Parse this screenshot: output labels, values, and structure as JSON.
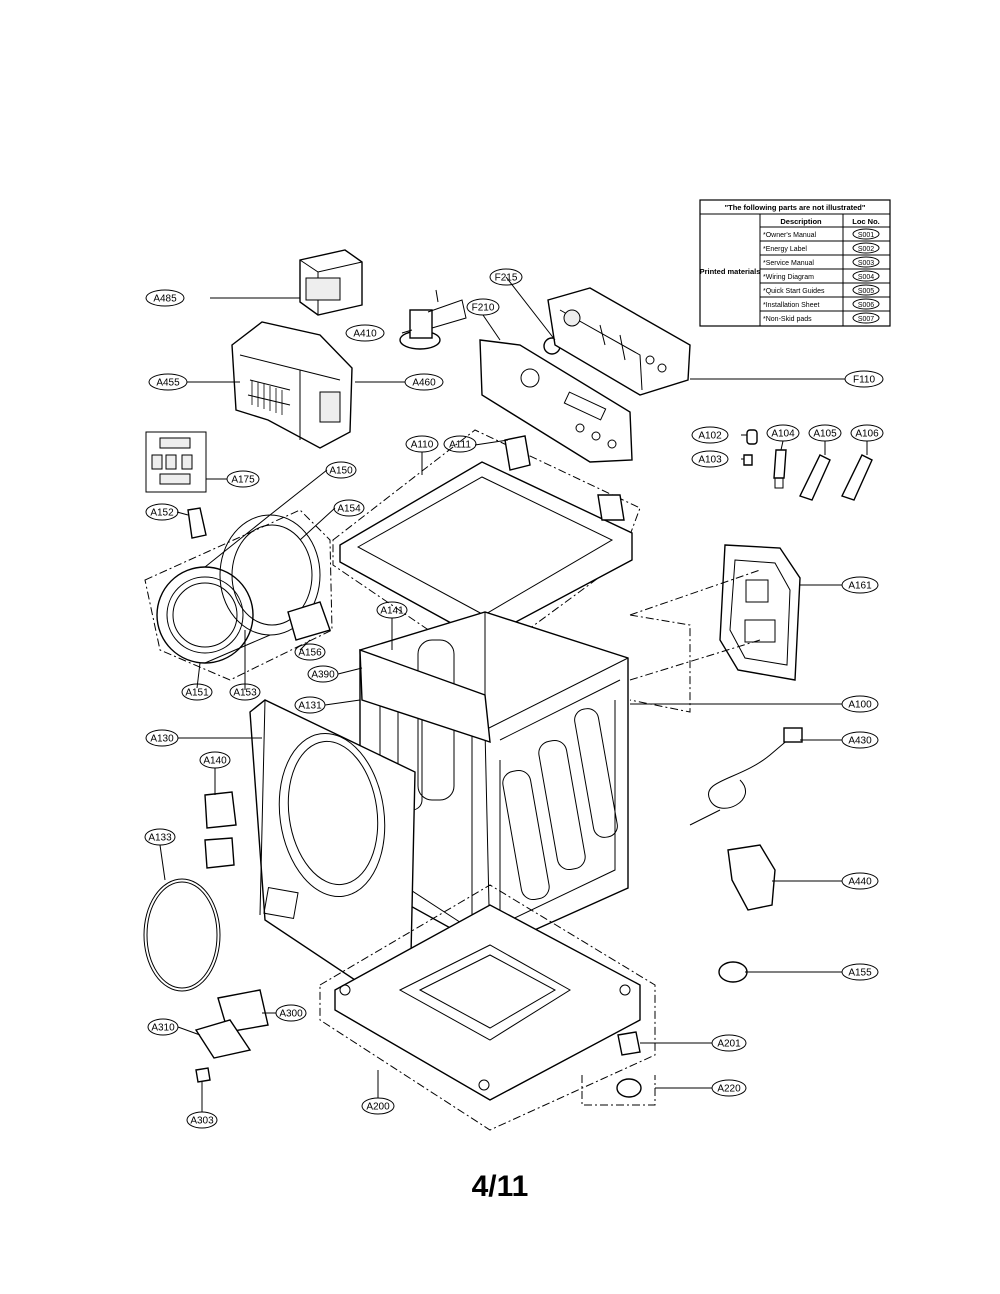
{
  "table": {
    "header": "\"The following parts are not illustrated\"",
    "col_description": "Description",
    "col_loc": "Loc No.",
    "group_label": "Printed materials",
    "rows": [
      {
        "description": "*Owner's Manual",
        "loc": "S001"
      },
      {
        "description": "*Energy Label",
        "loc": "S002"
      },
      {
        "description": "*Service Manual",
        "loc": "S003"
      },
      {
        "description": "*Wiring Diagram",
        "loc": "S004"
      },
      {
        "description": "*Quick Start Guides",
        "loc": "S005"
      },
      {
        "description": "*Installation Sheet",
        "loc": "S006"
      },
      {
        "description": "*Non-Skid pads",
        "loc": "S007"
      }
    ]
  },
  "callouts": {
    "A485": "A485",
    "A410": "A410",
    "F215": "F215",
    "F210": "F210",
    "F110": "F110",
    "A455": "A455",
    "A460": "A460",
    "A110": "A110",
    "A111": "A111",
    "A102": "A102",
    "A104": "A104",
    "A105": "A105",
    "A106": "A106",
    "A103": "A103",
    "A175": "A175",
    "A150": "A150",
    "A154": "A154",
    "A152": "A152",
    "A161": "A161",
    "A141": "A141",
    "A156": "A156",
    "A390": "A390",
    "A151": "A151",
    "A153": "A153",
    "A131": "A131",
    "A100": "A100",
    "A130": "A130",
    "A430": "A430",
    "A140": "A140",
    "A133": "A133",
    "A440": "A440",
    "A155": "A155",
    "A300": "A300",
    "A310": "A310",
    "A201": "A201",
    "A220": "A220",
    "A303": "A303",
    "A200": "A200"
  },
  "page_number": "4/11"
}
